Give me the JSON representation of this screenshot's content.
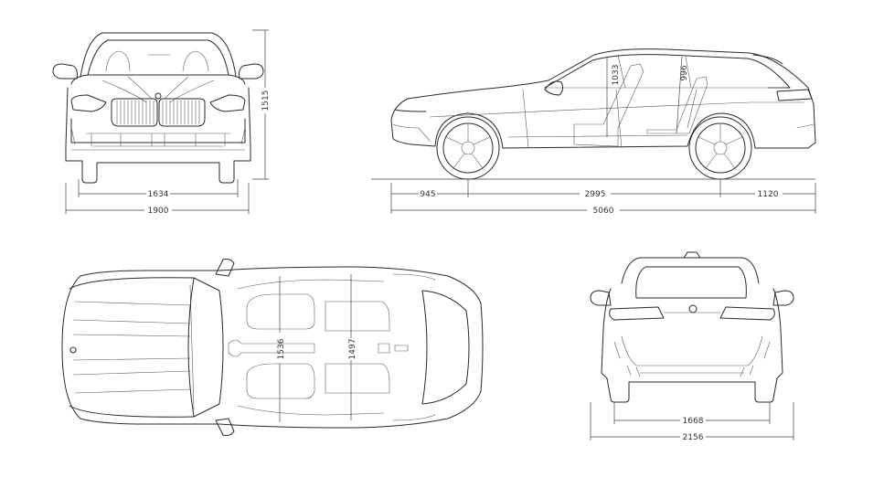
{
  "dimensions": {
    "front_track": "1634",
    "front_width": "1900",
    "height": "1515",
    "front_overhang": "945",
    "wheelbase": "2995",
    "rear_overhang": "1120",
    "length": "5060",
    "front_headroom": "1033",
    "rear_headroom": "996",
    "front_shoulder": "1536",
    "rear_shoulder": "1497",
    "rear_track": "1668",
    "width_mirrors": "2156"
  },
  "colors": {
    "line": "#2a2a2a",
    "background": "#ffffff"
  }
}
